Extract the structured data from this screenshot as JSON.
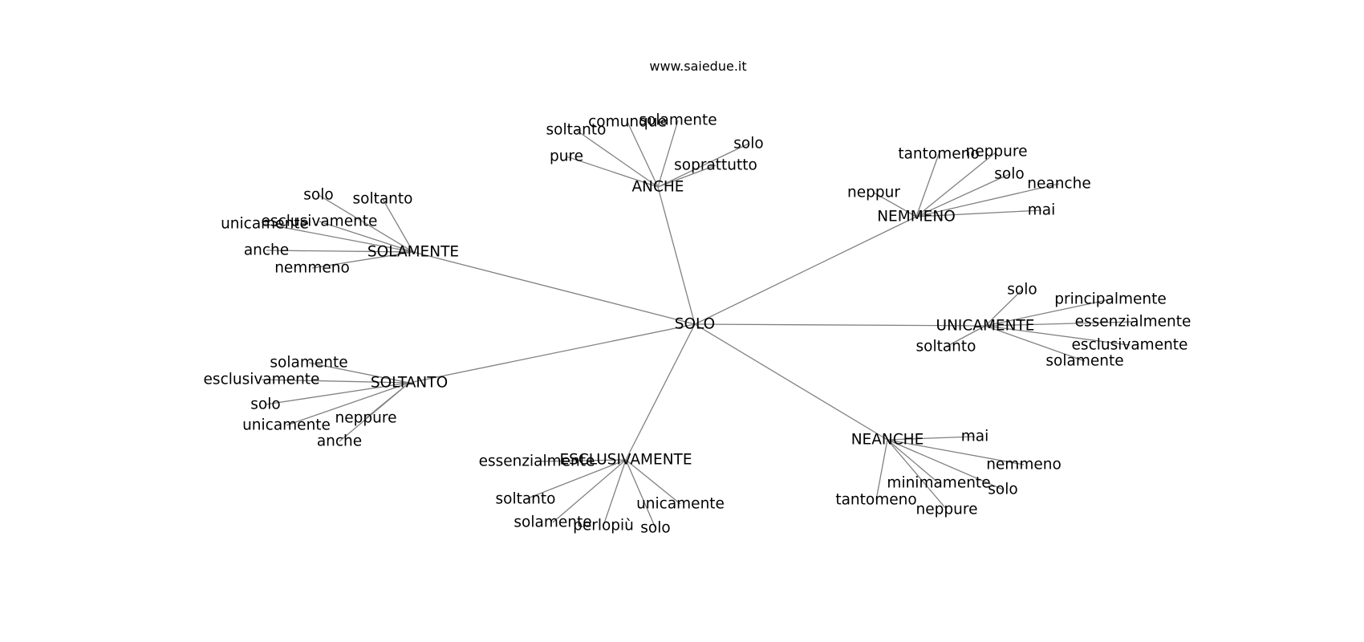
{
  "title": "www.saiedue.it",
  "graph": {
    "center": "SOLO",
    "hubs": [
      {
        "label": "ANCHE",
        "leaves": [
          "soltanto",
          "comunque",
          "solamente",
          "pure",
          "solo",
          "soprattutto"
        ]
      },
      {
        "label": "NEMMENO",
        "leaves": [
          "tantomeno",
          "neppure",
          "solo",
          "neppur",
          "neanche",
          "mai"
        ]
      },
      {
        "label": "SOLAMENTE",
        "leaves": [
          "solo",
          "soltanto",
          "unicamente",
          "esclusivamente",
          "anche",
          "nemmeno"
        ]
      },
      {
        "label": "UNICAMENTE",
        "leaves": [
          "solo",
          "principalmente",
          "essenzialmente",
          "esclusivamente",
          "soltanto",
          "solamente"
        ]
      },
      {
        "label": "SOLTANTO",
        "leaves": [
          "solamente",
          "esclusivamente",
          "solo",
          "unicamente",
          "neppure",
          "anche"
        ]
      },
      {
        "label": "NEANCHE",
        "leaves": [
          "mai",
          "nemmeno",
          "minimamente",
          "solo",
          "tantomeno",
          "neppure"
        ]
      },
      {
        "label": "ESCLUSIVAMENTE",
        "leaves": [
          "essenzialmente",
          "soltanto",
          "solamente",
          "perlopiù",
          "solo",
          "unicamente"
        ]
      }
    ]
  }
}
